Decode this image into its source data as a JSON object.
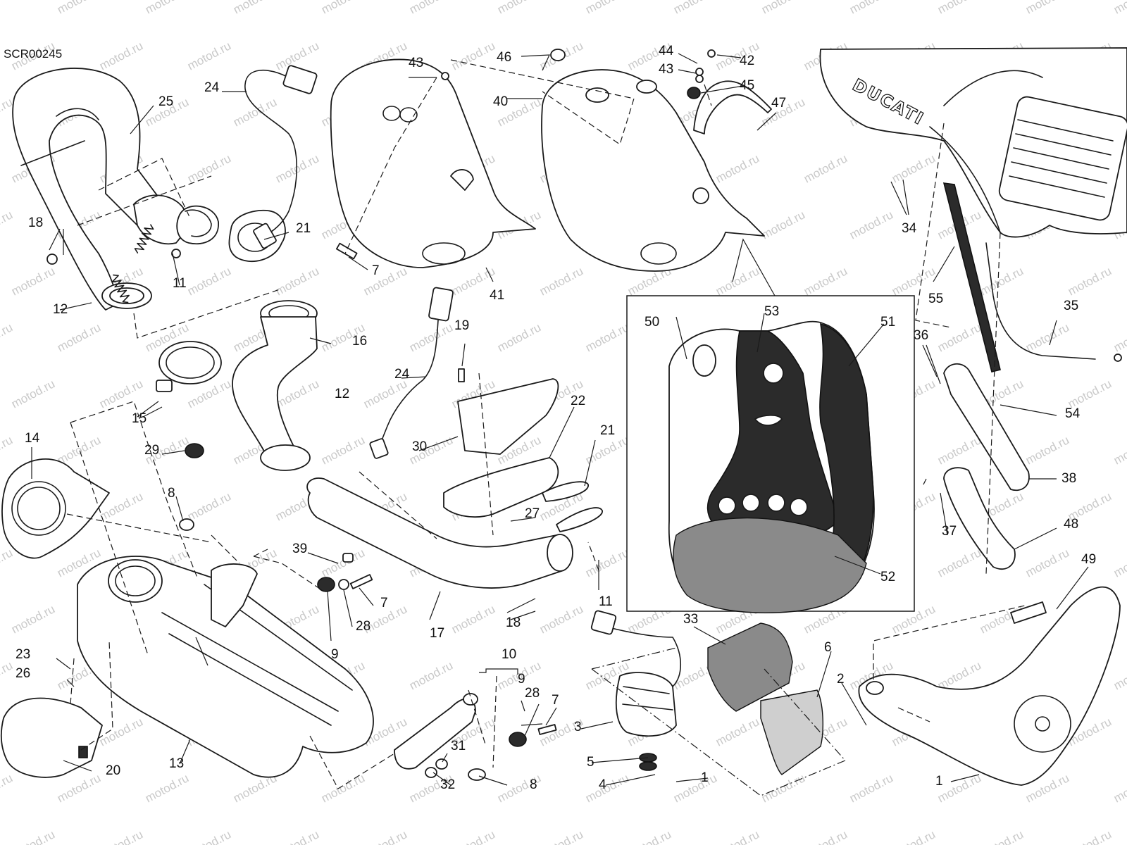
{
  "diagram": {
    "drawing_code": "SCR00245",
    "watermark": "motod.ru",
    "brand_mark": "DUCATI",
    "callouts": [
      "1",
      "1",
      "2",
      "3",
      "4",
      "5",
      "6",
      "7",
      "7",
      "7",
      "8",
      "8",
      "9",
      "9",
      "10",
      "11",
      "11",
      "12",
      "12",
      "13",
      "14",
      "15",
      "16",
      "17",
      "18",
      "18",
      "19",
      "20",
      "21",
      "21",
      "22",
      "23",
      "24",
      "24",
      "25",
      "26",
      "27",
      "28",
      "28",
      "29",
      "30",
      "31",
      "32",
      "33",
      "34",
      "35",
      "36",
      "37",
      "38",
      "39",
      "40",
      "41",
      "42",
      "43",
      "43",
      "44",
      "45",
      "46",
      "47",
      "48",
      "49",
      "50",
      "51",
      "52",
      "53",
      "54",
      "55"
    ]
  }
}
